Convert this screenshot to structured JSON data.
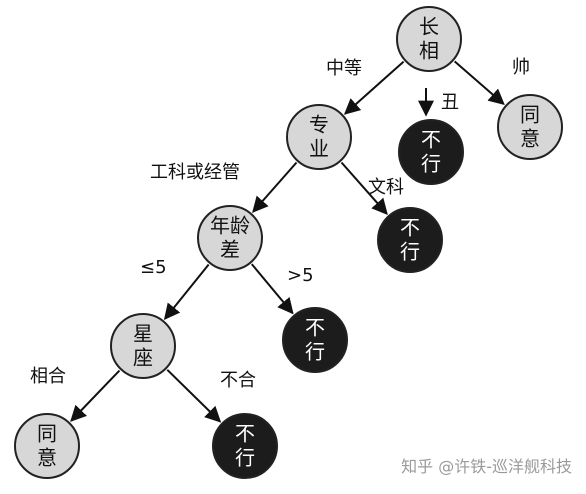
{
  "nodes": [
    {
      "id": "changxiang",
      "lines": [
        "长",
        "相"
      ],
      "kind": "decision"
    },
    {
      "id": "zhuanye",
      "lines": [
        "专",
        "业"
      ],
      "kind": "decision"
    },
    {
      "id": "nianlingcha",
      "lines": [
        "年龄",
        "差"
      ],
      "kind": "decision"
    },
    {
      "id": "xingzuo",
      "lines": [
        "星",
        "座"
      ],
      "kind": "decision"
    },
    {
      "id": "leaf-chou",
      "lines": [
        "不",
        "行"
      ],
      "kind": "reject"
    },
    {
      "id": "leaf-shuai",
      "lines": [
        "同",
        "意"
      ],
      "kind": "accept"
    },
    {
      "id": "leaf-wenke",
      "lines": [
        "不",
        "行"
      ],
      "kind": "reject"
    },
    {
      "id": "leaf-gt5",
      "lines": [
        "不",
        "行"
      ],
      "kind": "reject"
    },
    {
      "id": "leaf-xianghe",
      "lines": [
        "同",
        "意"
      ],
      "kind": "accept"
    },
    {
      "id": "leaf-buhe",
      "lines": [
        "不",
        "行"
      ],
      "kind": "reject"
    }
  ],
  "edges": [
    {
      "from": "changxiang",
      "to": "zhuanye",
      "label": "中等"
    },
    {
      "from": "changxiang",
      "to": "leaf-chou",
      "label": "丑"
    },
    {
      "from": "changxiang",
      "to": "leaf-shuai",
      "label": "帅"
    },
    {
      "from": "zhuanye",
      "to": "nianlingcha",
      "label": "工科或经管"
    },
    {
      "from": "zhuanye",
      "to": "leaf-wenke",
      "label": "文科"
    },
    {
      "from": "nianlingcha",
      "to": "xingzuo",
      "label": "≤5"
    },
    {
      "from": "nianlingcha",
      "to": "leaf-gt5",
      "label": ">5"
    },
    {
      "from": "xingzuo",
      "to": "leaf-xianghe",
      "label": "相合"
    },
    {
      "from": "xingzuo",
      "to": "leaf-buhe",
      "label": "不合"
    }
  ],
  "watermark": "知乎 @许铁-巡洋舰科技",
  "colors": {
    "decision_fill": "#d7d7d7",
    "reject_fill": "#1c1c1c",
    "accept_fill": "#d7d7d7",
    "outline": "#222222"
  }
}
